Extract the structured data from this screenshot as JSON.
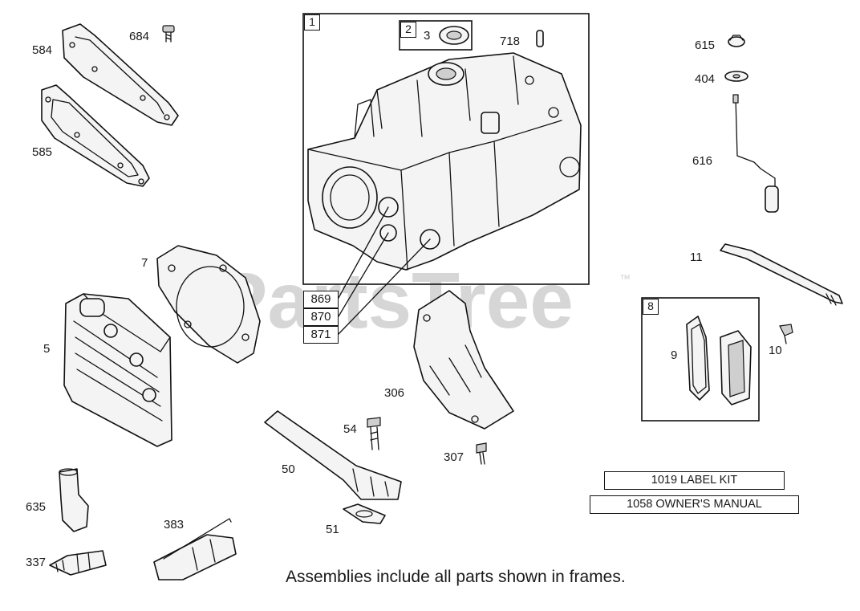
{
  "watermark": {
    "text": "PartsTree",
    "trademark": "™"
  },
  "frames": [
    {
      "id": "frame-1",
      "number": "1"
    },
    {
      "id": "frame-2",
      "number": "2"
    },
    {
      "id": "frame-8",
      "number": "8"
    }
  ],
  "callouts": {
    "p584": "584",
    "p684": "684",
    "p585": "585",
    "p3": "3",
    "p718": "718",
    "p615": "615",
    "p404": "404",
    "p616": "616",
    "p11": "11",
    "p7": "7",
    "p5": "5",
    "p9": "9",
    "p10": "10",
    "p306": "306",
    "p54": "54",
    "p307": "307",
    "p50": "50",
    "p51": "51",
    "p635": "635",
    "p383": "383",
    "p337": "337"
  },
  "boxed_callouts": {
    "p869": "869",
    "p870": "870",
    "p871": "871"
  },
  "kits": {
    "label_kit": "1019 LABEL KIT",
    "owners_manual": "1058 OWNER'S MANUAL"
  },
  "note": "Assemblies include all parts shown in frames."
}
